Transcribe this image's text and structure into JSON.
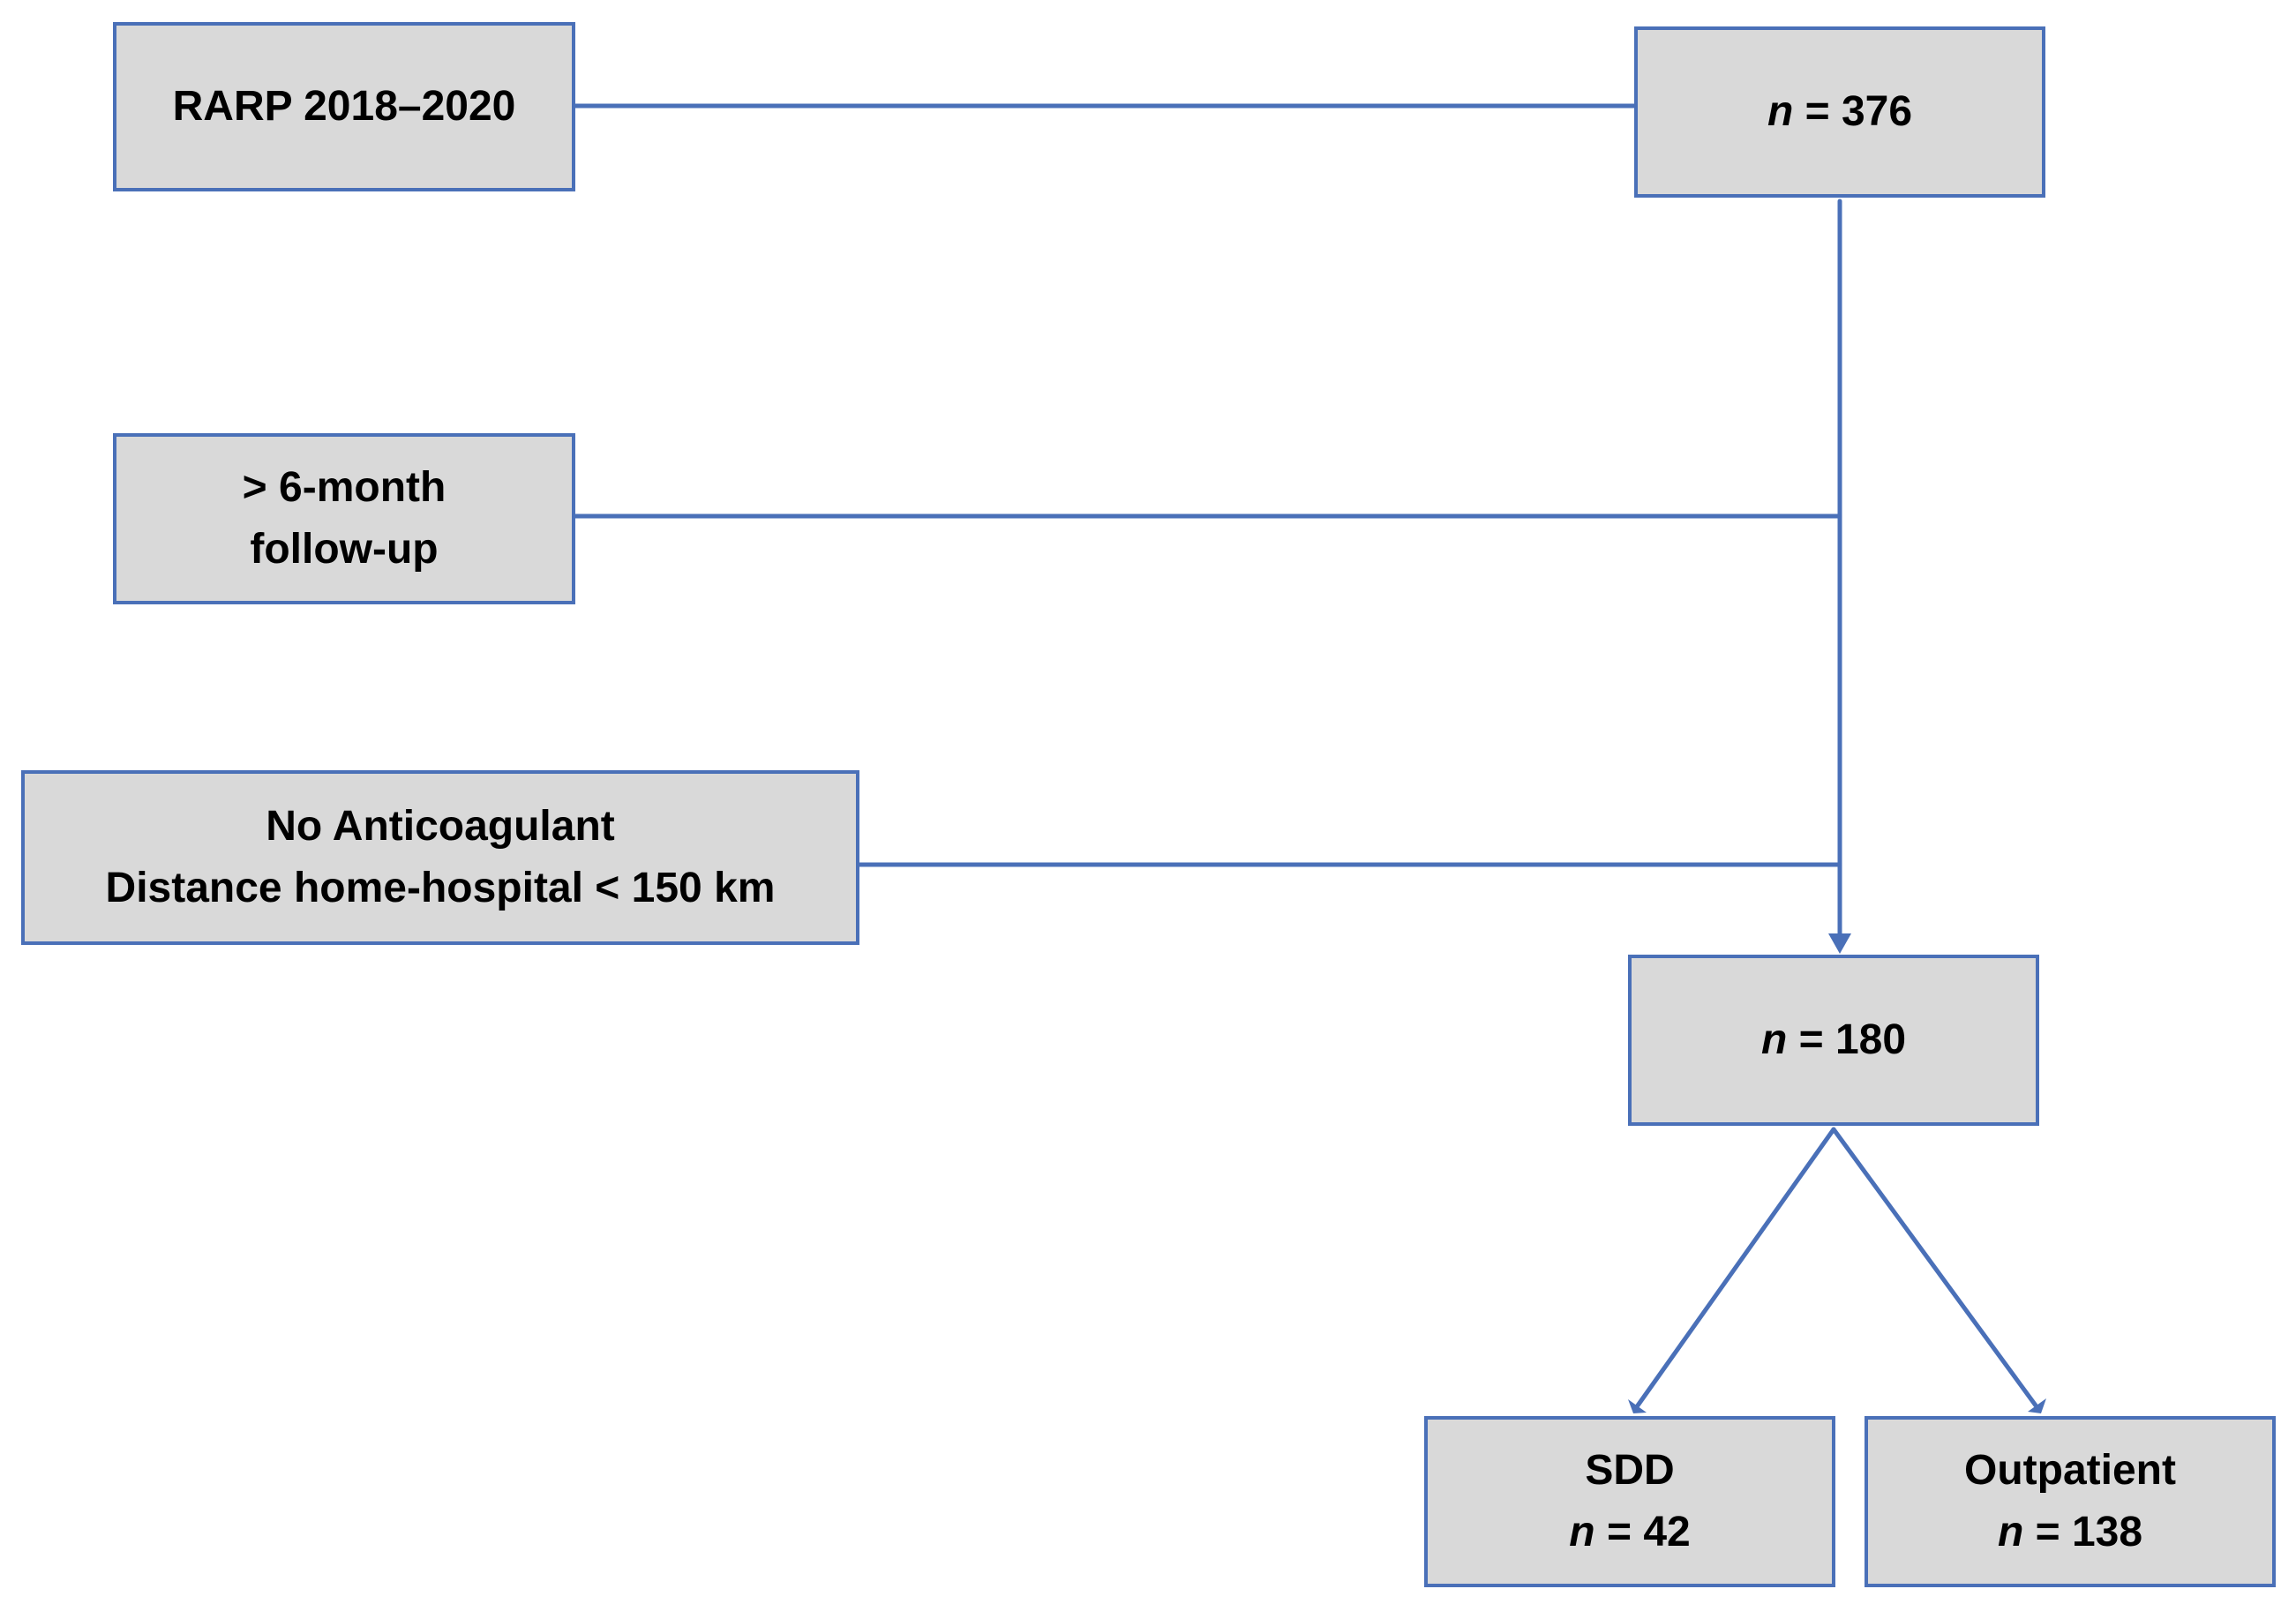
{
  "flowchart": {
    "colors": {
      "box_fill": "#d9d9d9",
      "box_border": "#4a70b8",
      "connector": "#4a70b8",
      "text": "#000000"
    },
    "nodes": {
      "rarp": {
        "line1": "RARP 2018–2020"
      },
      "n376": {
        "n_symbol": "n",
        "rest": " = 376"
      },
      "followup": {
        "line1": "> 6-month",
        "line2": "follow-up"
      },
      "criteria": {
        "line1": "No Anticoagulant",
        "line2": "Distance home-hospital < 150 km"
      },
      "n180": {
        "n_symbol": "n",
        "rest": " = 180"
      },
      "sdd": {
        "line1": "SDD",
        "n_symbol": "n",
        "rest": " = 42"
      },
      "outpatient": {
        "line1": "Outpatient",
        "n_symbol": "n",
        "rest": " = 138"
      }
    },
    "edges": [
      {
        "from": "rarp",
        "to": "n376",
        "arrow": false
      },
      {
        "from": "n376",
        "to": "n180",
        "arrow": true
      },
      {
        "from": "followup",
        "to": "n376-n180 trunk",
        "arrow": false
      },
      {
        "from": "criteria",
        "to": "n376-n180 trunk",
        "arrow": false
      },
      {
        "from": "n180",
        "to": "sdd",
        "arrow": true
      },
      {
        "from": "n180",
        "to": "outpatient",
        "arrow": true
      }
    ]
  }
}
